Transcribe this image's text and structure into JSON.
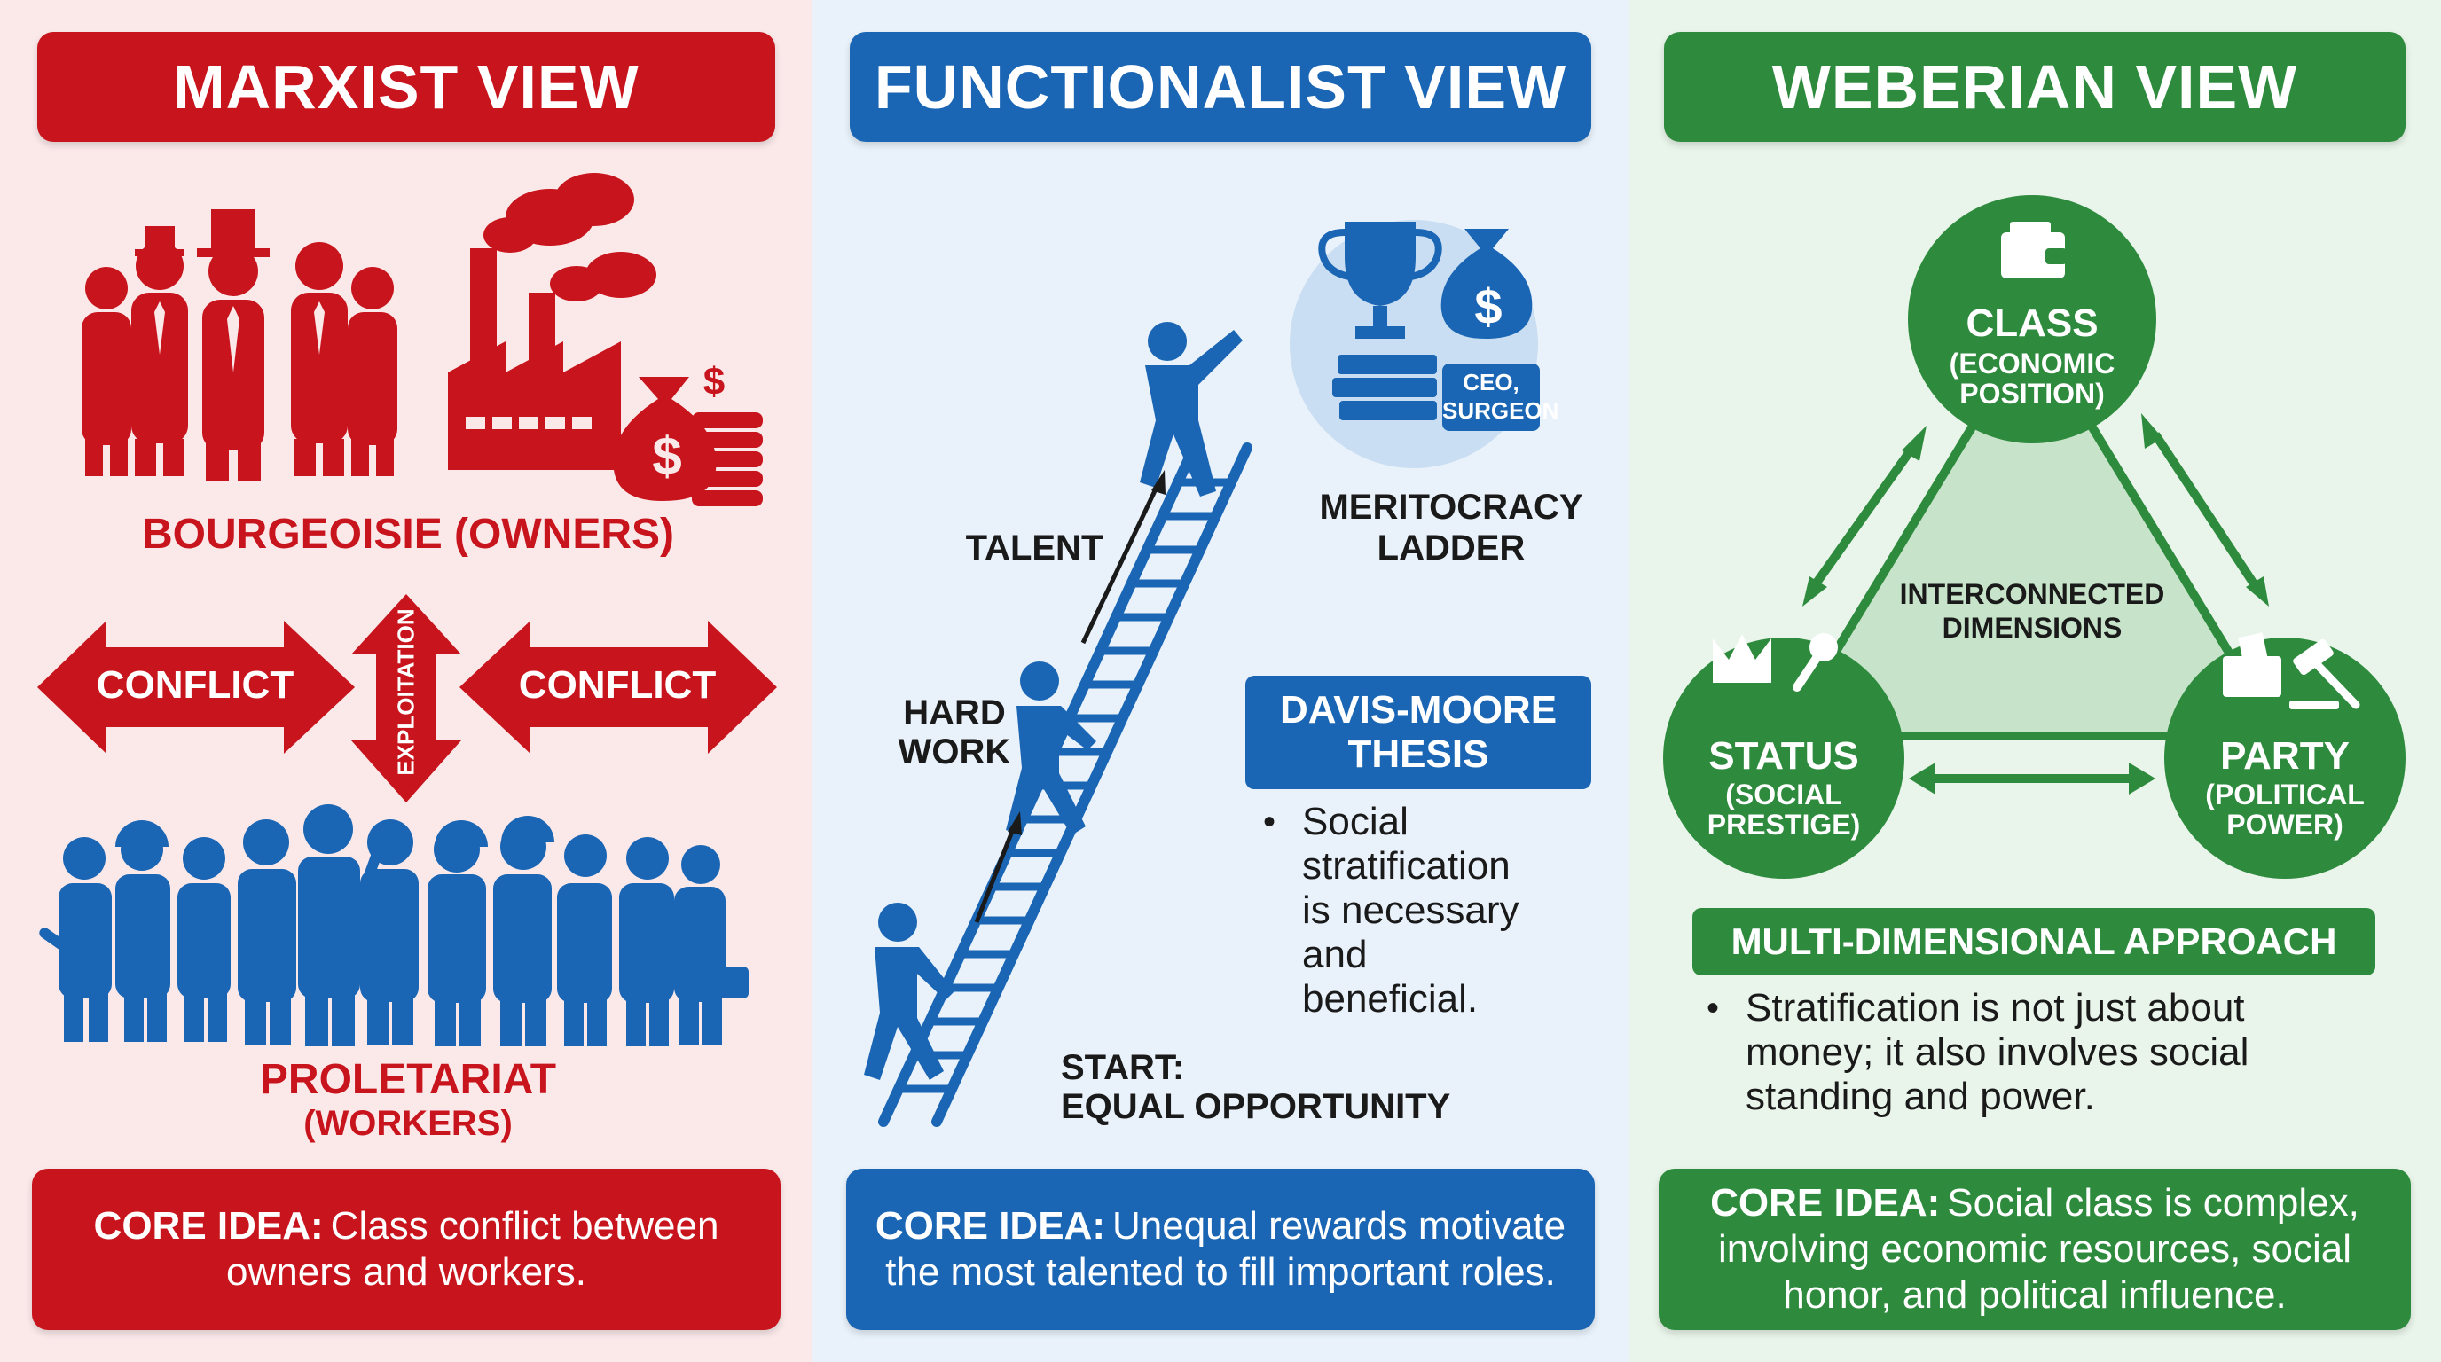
{
  "colors": {
    "red": "#c8141c",
    "blue": "#1a66b4",
    "green": "#2e8b3e"
  },
  "marxist": {
    "title": "MARXIST VIEW",
    "bourgeoisie_label": "BOURGEOISIE (OWNERS)",
    "conflict_left": "CONFLICT",
    "conflict_right": "CONFLICT",
    "exploitation": "EXPLOITATION",
    "proletariat_label": "PROLETARIAT",
    "proletariat_sub": "(WORKERS)",
    "core_label": "CORE IDEA:",
    "core_text": "Class conflict between owners and workers.",
    "icons": [
      "owners-group-icon",
      "factory-icon",
      "money-bag-icon",
      "workers-group-icon"
    ]
  },
  "functionalist": {
    "title": "FUNCTIONALIST VIEW",
    "talent": "TALENT",
    "hard_work_1": "HARD",
    "hard_work_2": "WORK",
    "ladder_1": "MERITOCRACY",
    "ladder_2": "LADDER",
    "reward_1": "CEO,",
    "reward_2": "SURGEON",
    "thesis_1": "DAVIS-MOORE",
    "thesis_2": "THESIS",
    "bullet": "Social stratification is necessary and beneficial.",
    "start_1": "START:",
    "start_2": "EQUAL OPPORTUNITY",
    "core_label": "CORE IDEA:",
    "core_text": "Unequal rewards motivate the most talented to fill important roles.",
    "icons": [
      "trophy-icon",
      "money-bag-icon",
      "books-icon",
      "ladder-icon",
      "climber-icon"
    ]
  },
  "weberian": {
    "title": "WEBERIAN VIEW",
    "class_label": "CLASS",
    "class_sub_1": "(ECONOMIC",
    "class_sub_2": "POSITION)",
    "status_label": "STATUS",
    "status_sub_1": "(SOCIAL",
    "status_sub_2": "PRESTIGE)",
    "party_label": "PARTY",
    "party_sub_1": "(POLITICAL",
    "party_sub_2": "POWER)",
    "center_1": "INTERCONNECTED",
    "center_2": "DIMENSIONS",
    "approach": "MULTI-DIMENSIONAL APPROACH",
    "bullet": "Stratification is not just about money; it also involves social standing and power.",
    "core_label": "CORE IDEA:",
    "core_text": "Social class is complex, involving economic resources, social honor, and political influence.",
    "icons": [
      "wallet-icon",
      "crown-icon",
      "microphone-icon",
      "ballot-box-icon",
      "gavel-icon"
    ]
  }
}
